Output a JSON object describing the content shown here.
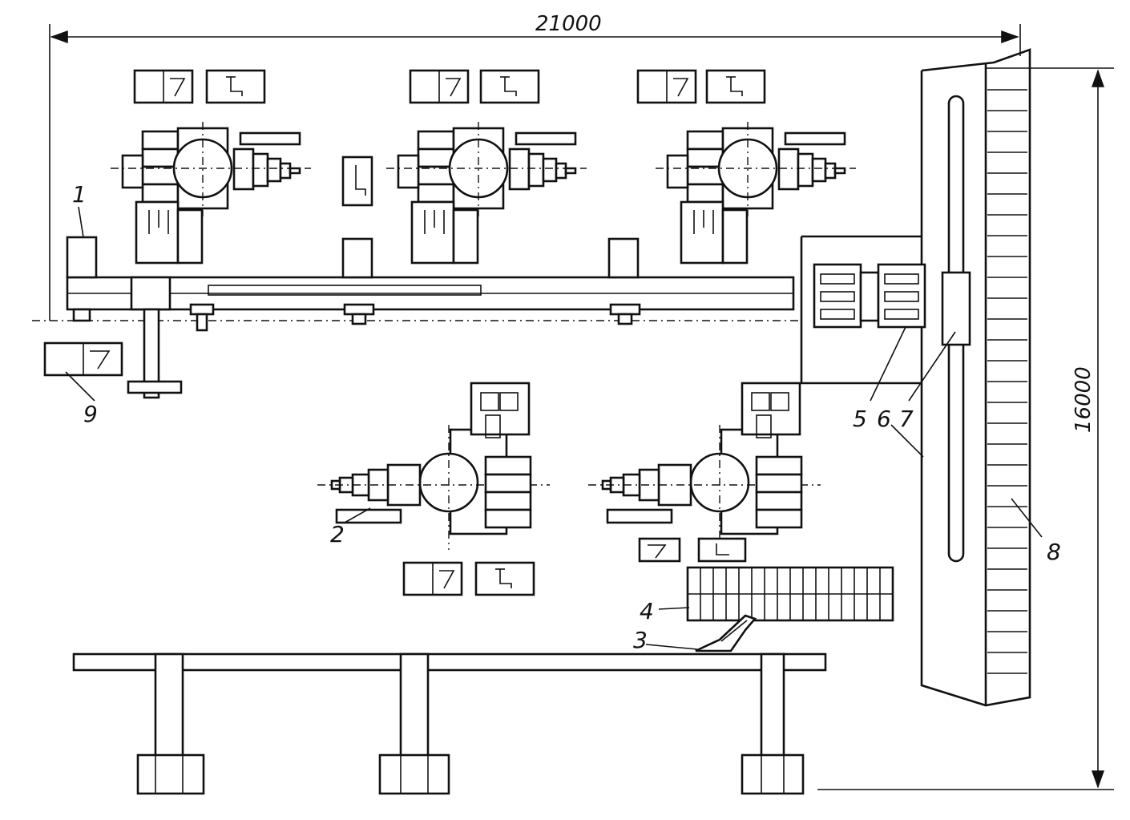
{
  "dimensions": {
    "width_label": "21000",
    "height_label": "16000"
  },
  "callouts": {
    "c1": "1",
    "c2": "2",
    "c3": "3",
    "c4": "4",
    "c5": "5",
    "c6": "6",
    "c7": "7",
    "c8": "8",
    "c9": "9"
  },
  "colors": {
    "line": "#111111",
    "background": "#ffffff"
  }
}
